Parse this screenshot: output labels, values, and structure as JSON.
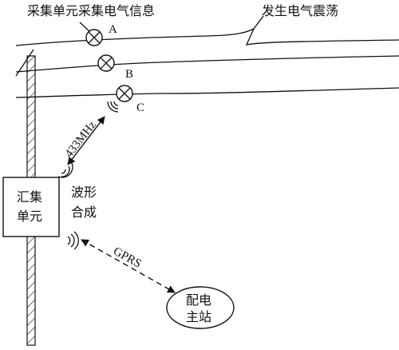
{
  "labels": {
    "collector_text": "采集单元采集电气信息",
    "oscillation_text": "发生电气震荡",
    "point_a": "A",
    "point_b": "B",
    "point_c": "C",
    "freq_label": "433MHz",
    "aggregator_line1": "汇集",
    "aggregator_line2": "单元",
    "waveform_line1": "波形",
    "waveform_line2": "合成",
    "gprs_label": "GPRS",
    "master_line1": "配电",
    "master_line2": "主站"
  }
}
